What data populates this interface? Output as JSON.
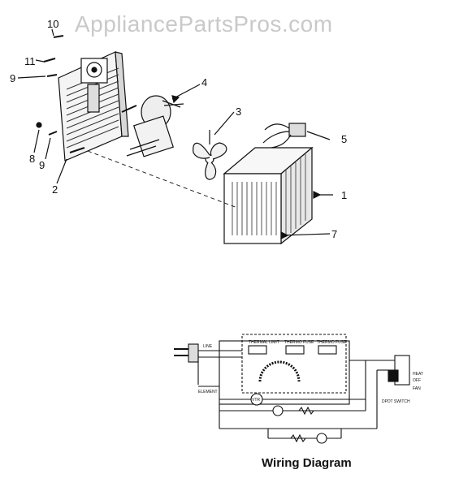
{
  "watermark": "AppliancePartsPros.com",
  "callouts": {
    "c1": "1",
    "c2": "2",
    "c3": "3",
    "c4": "4",
    "c5": "5",
    "c7": "7",
    "c8": "8",
    "c9a": "9",
    "c9b": "9",
    "c10": "10",
    "c11": "11"
  },
  "wiring": {
    "caption": "Wiring Diagram",
    "labels": {
      "thermal_limit": "THERMAL LIMIT",
      "thermo_fuse_1": "THERMO FUSE",
      "thermo_fuse_2": "THERMO FUSE",
      "line": "LINE",
      "element": "ELEMENT",
      "vtr": "VTR",
      "switch_heat": "HEAT",
      "switch_off": "OFF",
      "switch_fan": "FAN",
      "switch_name": "DPDT SWITCH"
    }
  }
}
